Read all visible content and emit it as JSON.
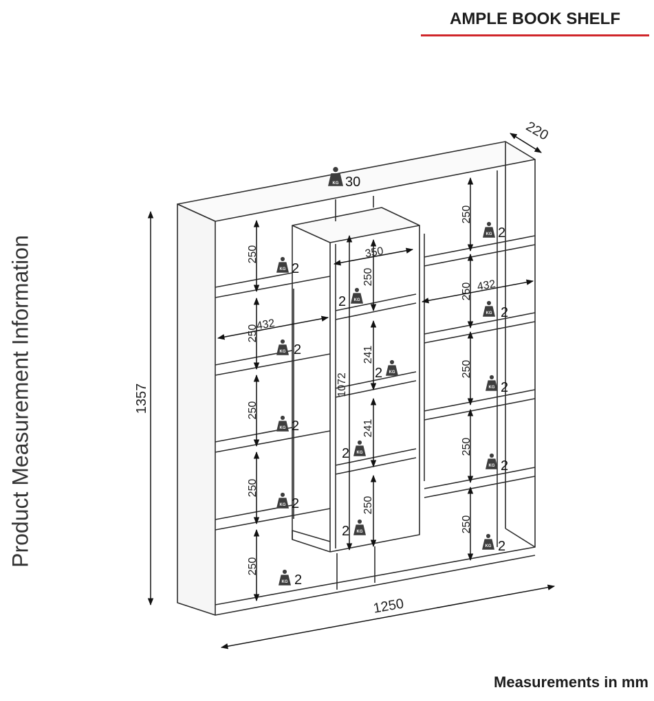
{
  "header": {
    "title": "AMPLE BOOK SHELF",
    "accent_color": "#d0262a"
  },
  "side_caption": "Product Measurement Information",
  "footer_note": "Measurements in mm",
  "weight_icon": {
    "icon": "kg-weight-icon",
    "label": "KG"
  },
  "dimensions": {
    "depth": "220",
    "height": "1357",
    "width": "1250",
    "center_height": "1072",
    "top_load": "30",
    "shelf_height": "250",
    "center_width": "350",
    "side_width": "432",
    "mid_height": "241",
    "shelf_load": "2"
  }
}
